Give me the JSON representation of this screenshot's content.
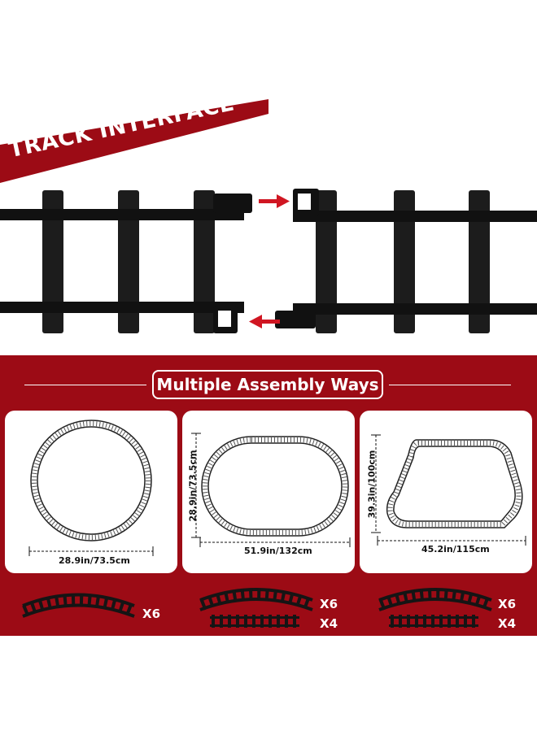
{
  "banner": {
    "label": "TRACK INTERFACE",
    "color": "#9c0b15"
  },
  "section": {
    "title": "Multiple Assembly Ways",
    "background": "#9c0b15"
  },
  "layouts": [
    {
      "shape": "circle",
      "width_label": "28.9in/73.5cm",
      "height_label": "",
      "straight_count": "",
      "curve_count": "X6"
    },
    {
      "shape": "oval",
      "width_label": "51.9in/132cm",
      "height_label": "28.9in/73.5cm",
      "curve_count": "X6",
      "straight_count": "X4"
    },
    {
      "shape": "hexagon",
      "width_label": "45.2in/115cm",
      "height_label": "39.3in/100cm",
      "curve_count": "X6",
      "straight_count": "X4"
    }
  ],
  "icons": [
    "arrow-right-icon",
    "arrow-left-icon"
  ]
}
